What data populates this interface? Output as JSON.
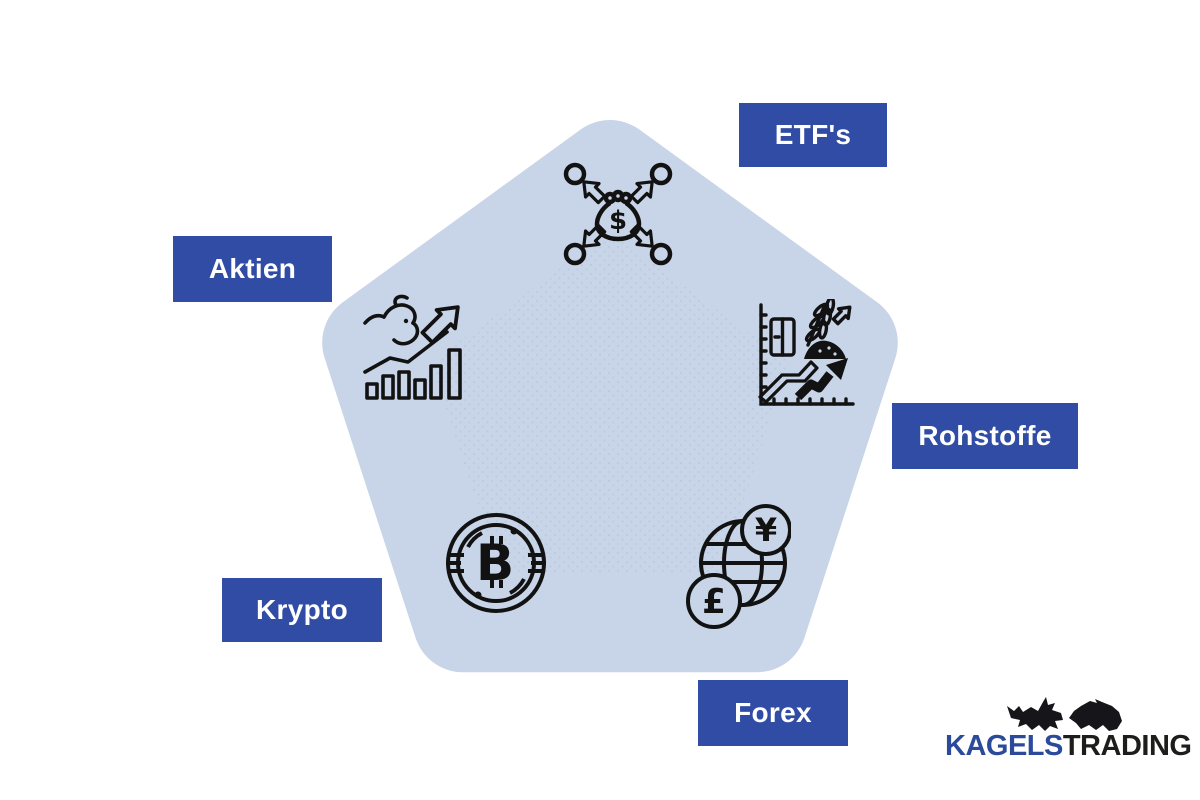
{
  "diagram": {
    "title": "Trading asset classes pentagon diagram",
    "shape": "rounded pentagon"
  },
  "colors": {
    "background": "#ffffff",
    "label_bg": "#304ca4",
    "label_text": "#ffffff",
    "pentagon_fill": "#c8d5e8",
    "pentagon_dots": "#bac9de",
    "icon_stroke": "#121212",
    "logo_blue": "#2b4a9b",
    "logo_dark": "#1d1d1b"
  },
  "labels": {
    "etfs": "ETF's",
    "aktien": "Aktien",
    "rohstoffe": "Rohstoffe",
    "krypto": "Krypto",
    "forex": "Forex"
  },
  "icons": [
    {
      "name": "etf-diversification-icon",
      "depicts": "money bag with dollar sign and four arrows pointing out to circles"
    },
    {
      "name": "bull-stock-chart-icon",
      "depicts": "bull with rising bar chart and up-right arrow"
    },
    {
      "name": "commodities-chart-icon",
      "depicts": "chart axes with oil barrel, wheat ear, grain pile and rising arrows"
    },
    {
      "name": "bitcoin-circuit-icon",
      "depicts": "bitcoin B symbol inside circuit-style double circle"
    },
    {
      "name": "forex-globe-icon",
      "depicts": "globe with yen coin and pound coin"
    }
  ],
  "icon_glyphs": {
    "dollar": "$",
    "bitcoin_b": "B",
    "yen": "¥",
    "pound": "£"
  },
  "logo": {
    "name_part1": "KAGELS",
    "name_part2": "TRADING",
    "animals": "bull and bear silhouettes"
  }
}
